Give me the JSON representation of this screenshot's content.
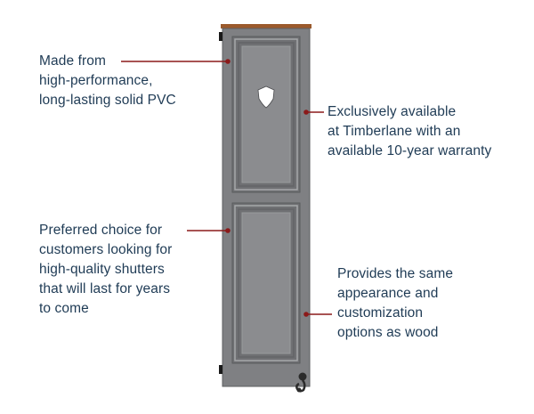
{
  "colors": {
    "text": "#1f3b55",
    "leader": "#8b1a1a",
    "shutter_face": "#7f8083",
    "shutter_edge": "#5e5f62",
    "panel_inner": "#8b8c8f",
    "top_cap": "#9b5a2c"
  },
  "callouts": {
    "material": {
      "lines": [
        "Made from",
        "high-performance,",
        "long-lasting solid PVC"
      ]
    },
    "exclusive": {
      "lines": [
        "Exclusively available",
        "at Timberlane with an",
        "available 10-year warranty"
      ]
    },
    "preferred": {
      "lines": [
        "Preferred choice for",
        "customers looking for",
        "high-quality shutters",
        "that will last for years",
        "to come"
      ]
    },
    "appearance": {
      "lines": [
        "Provides the same",
        "appearance and",
        "customization",
        "options as wood"
      ]
    }
  },
  "icons": {
    "crest": "shield-cutout-icon",
    "hinge": "hinge-icon",
    "tieback": "shutter-dog-icon"
  }
}
